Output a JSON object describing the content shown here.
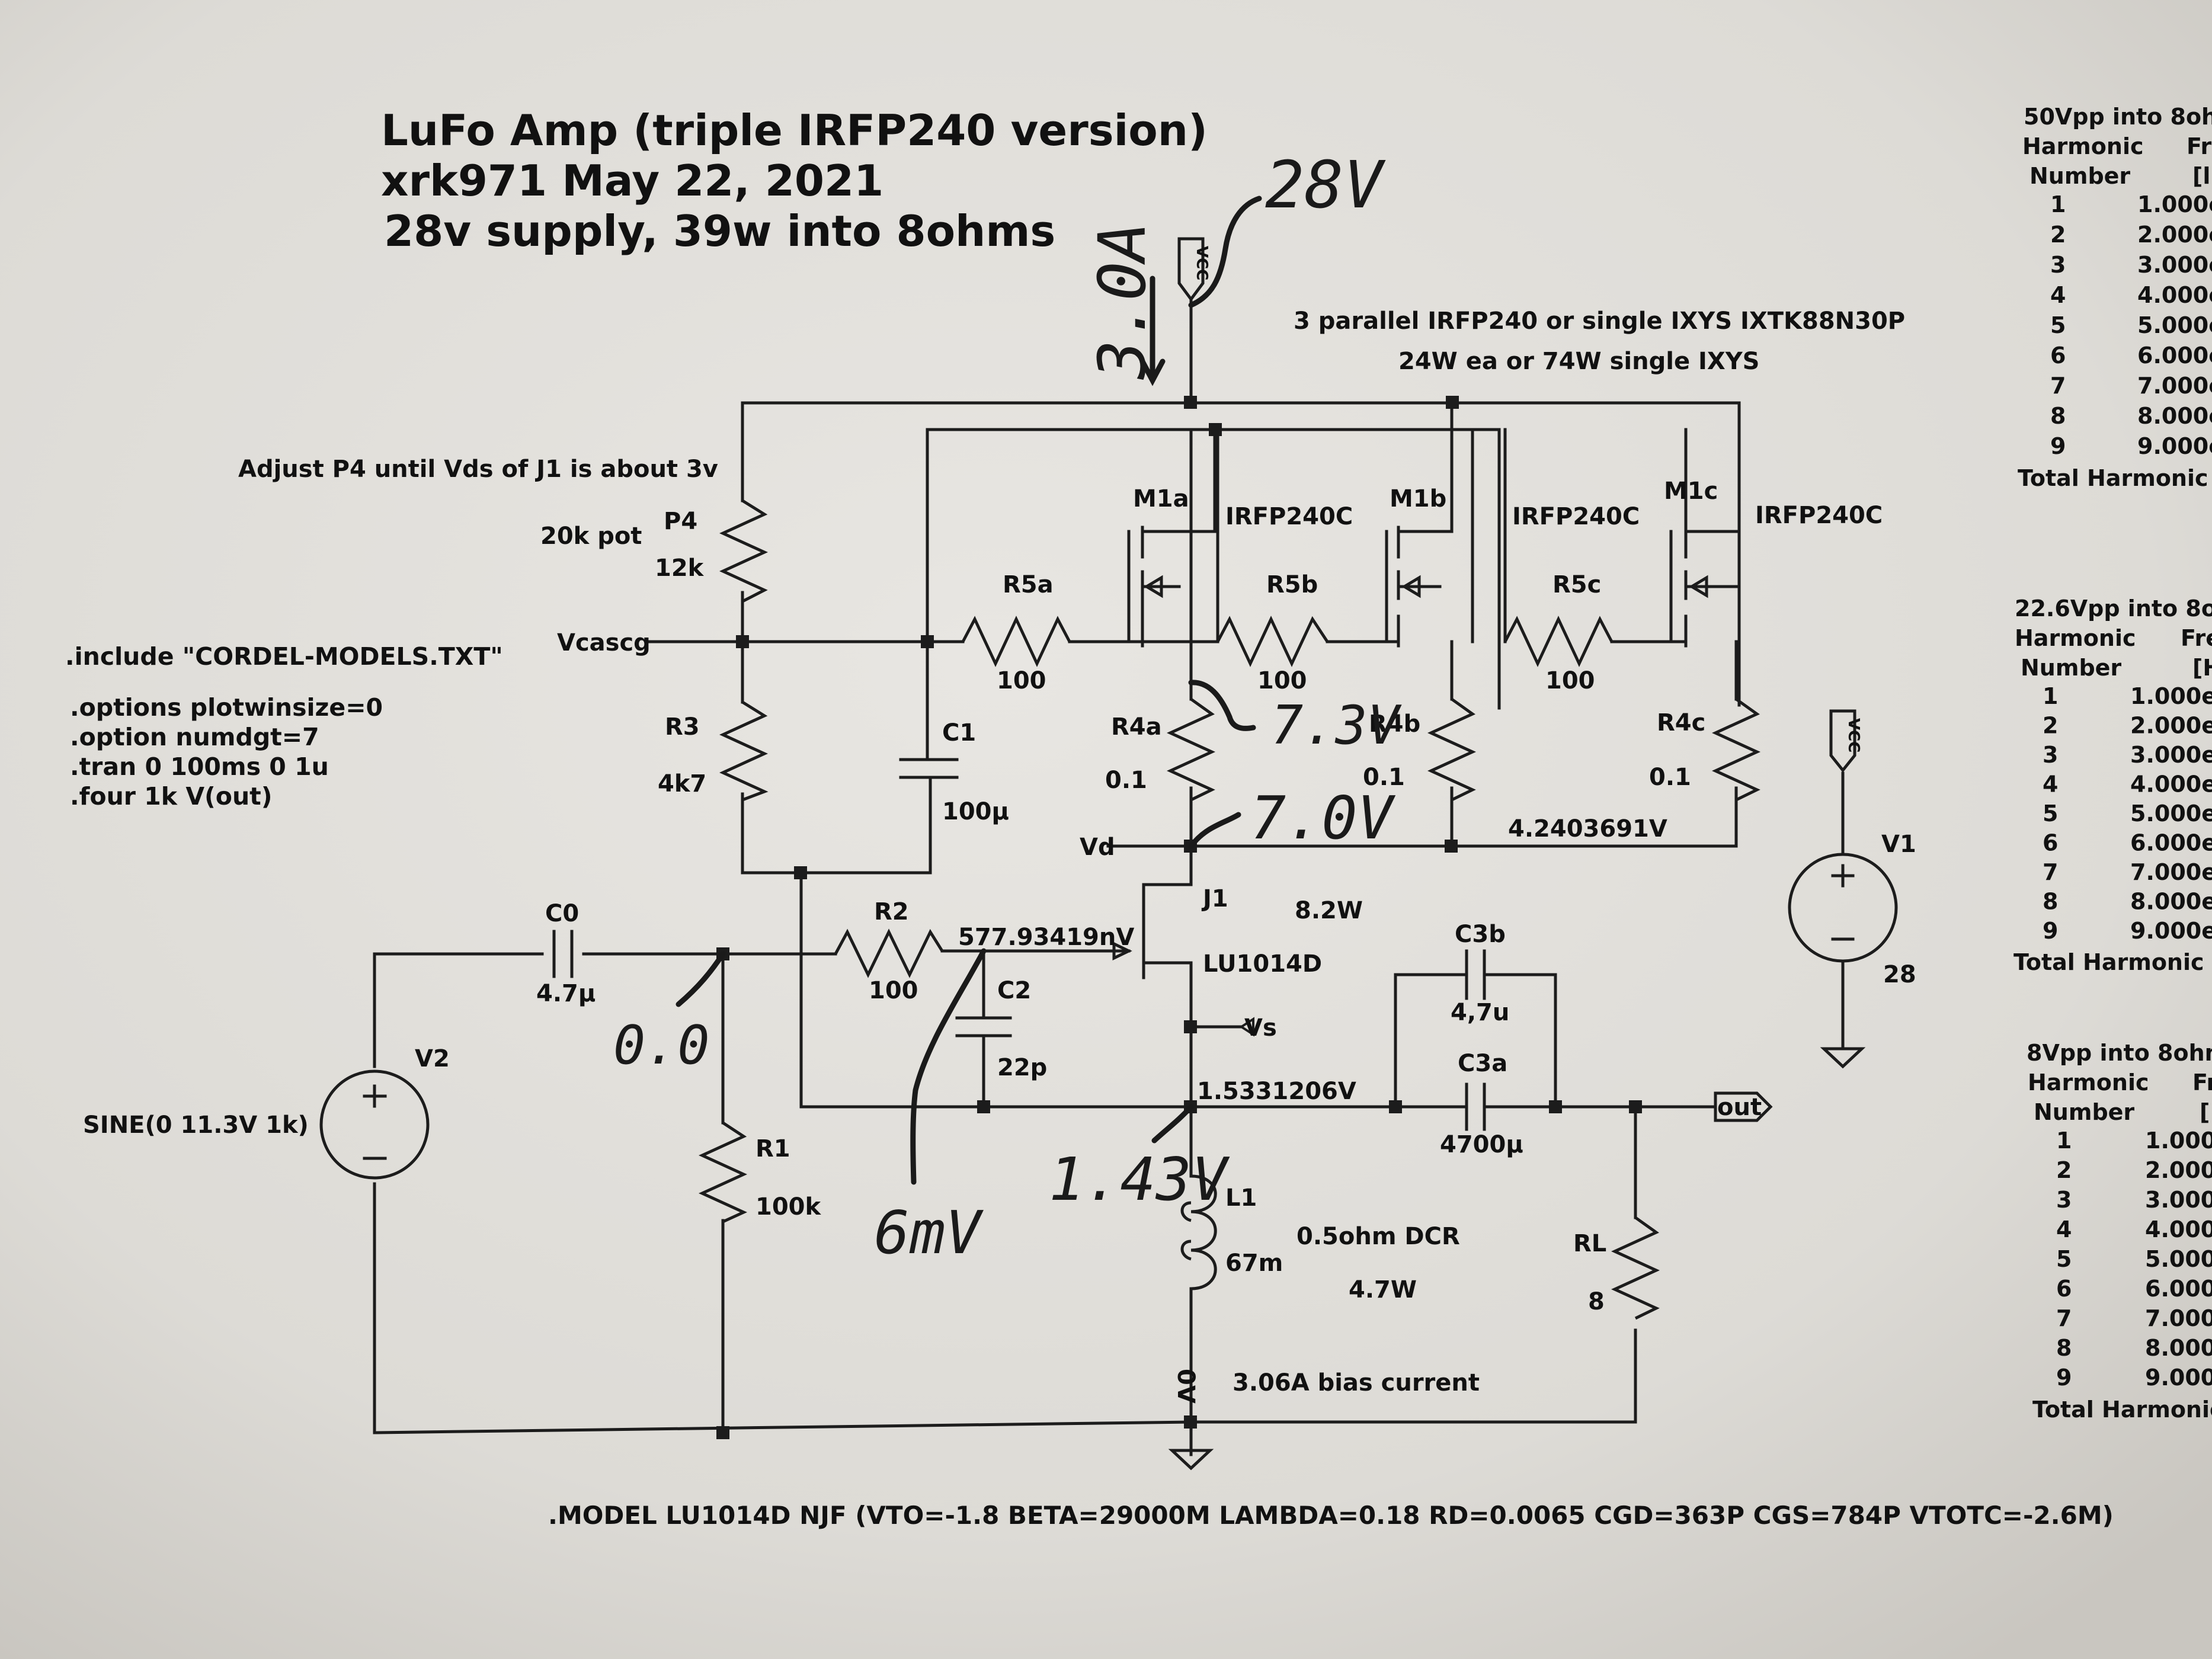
{
  "title": {
    "line1": "LuFo Amp (triple IRFP240 version)",
    "line2": "xrk971  May 22, 2021",
    "line3": "28v supply, 39w into 8ohms"
  },
  "notes": {
    "adjust": "Adjust P4 until Vds of J1 is about 3v",
    "parallel1": "3 parallel IRFP240 or single IXYS IXTK88N30P",
    "parallel2": "24W ea or 74W single IXYS",
    "bias": "3.06A bias current",
    "dcr": "0.5ohm DCR",
    "l1_power": "4.7W",
    "j1_power": "8.2W"
  },
  "directives": {
    "include": ".include \"CORDEL-MODELS.TXT\"",
    "options": ".options plotwinsize=0",
    "option": ".option numdgt=7",
    "tran": ".tran 0 100ms 0 1u",
    "four": ".four 1k V(out)",
    "model": ".MODEL LU1014D NJF (VTO=-1.8 BETA=29000M LAMBDA=0.18 RD=0.0065 CGD=363P CGS=784P VTOTC=-2.6M)"
  },
  "components": {
    "p4": "P4",
    "p4_desc": "20k pot",
    "p4_val": "12k",
    "r3": "R3",
    "r3_val": "4k7",
    "c1": "C1",
    "c1_val": "100µ",
    "r5a": "R5a",
    "r5b": "R5b",
    "r5c": "R5c",
    "r5_val": "100",
    "m1a": "M1a",
    "m1b": "M1b",
    "m1c": "M1c",
    "m_type": "IRFP240C",
    "r4a": "R4a",
    "r4b": "R4b",
    "r4c": "R4c",
    "r4_val": "0.1",
    "j1": "J1",
    "j1_type": "LU1014D",
    "c0": "C0",
    "c0_val": "4.7µ",
    "r2": "R2",
    "r2_val": "100",
    "c2": "C2",
    "c2_val": "22p",
    "r1": "R1",
    "r1_val": "100k",
    "v2": "V2",
    "v2_val": "SINE(0 11.3V 1k)",
    "c3b": "C3b",
    "c3b_val": "4,7u",
    "c3a": "C3a",
    "c3a_val": "4700µ",
    "l1": "L1",
    "l1_val": "67m",
    "rl": "RL",
    "rl_val": "8",
    "v1": "V1",
    "v1_val": "28"
  },
  "nets": {
    "vcc": "VCC",
    "vcascg": "Vcascg",
    "vd": "Vd",
    "vs": "Vs",
    "out": "out",
    "zero": "0V"
  },
  "voltages": {
    "gate_nv": "577.93419nV",
    "vd_net": "4.2403691V",
    "source_net": "1.5331206V"
  },
  "handwritten": {
    "supply": "28V",
    "current": "3.0A",
    "v73": "7.3V",
    "v70": "7.0V",
    "v00": "0.0",
    "v6mv": "6mV",
    "v143": "1.43V"
  },
  "fourier_tables": [
    {
      "title": "50Vpp into 8ohr",
      "col1": "Harmonic",
      "col1b": "Number",
      "col2": "Fr",
      "col2b": "[l",
      "rows": [
        {
          "n": "1",
          "v": "1.000e"
        },
        {
          "n": "2",
          "v": "2.000e"
        },
        {
          "n": "3",
          "v": "3.000e"
        },
        {
          "n": "4",
          "v": "4.000e"
        },
        {
          "n": "5",
          "v": "5.000e"
        },
        {
          "n": "6",
          "v": "6.000e"
        },
        {
          "n": "7",
          "v": "7.000e"
        },
        {
          "n": "8",
          "v": "8.000e"
        },
        {
          "n": "9",
          "v": "9.000e"
        }
      ],
      "total": "Total Harmonic D"
    },
    {
      "title": "22.6Vpp into 8oh",
      "col1": "Harmonic",
      "col1b": "Number",
      "col2": "Fre",
      "col2b": "[H",
      "rows": [
        {
          "n": "1",
          "v": "1.000e"
        },
        {
          "n": "2",
          "v": "2.000e"
        },
        {
          "n": "3",
          "v": "3.000e"
        },
        {
          "n": "4",
          "v": "4.000e"
        },
        {
          "n": "5",
          "v": "5.000e"
        },
        {
          "n": "6",
          "v": "6.000e"
        },
        {
          "n": "7",
          "v": "7.000e"
        },
        {
          "n": "8",
          "v": "8.000e"
        },
        {
          "n": "9",
          "v": "9.000e"
        }
      ],
      "total": "Total Harmonic D"
    },
    {
      "title": "8Vpp into 8ohm",
      "col1": "Harmonic",
      "col1b": "Number",
      "col2": "Fr",
      "col2b": "[",
      "rows": [
        {
          "n": "1",
          "v": "1.000"
        },
        {
          "n": "2",
          "v": "2.000"
        },
        {
          "n": "3",
          "v": "3.000"
        },
        {
          "n": "4",
          "v": "4.000"
        },
        {
          "n": "5",
          "v": "5.000"
        },
        {
          "n": "6",
          "v": "6.000"
        },
        {
          "n": "7",
          "v": "7.000"
        },
        {
          "n": "8",
          "v": "8.000"
        },
        {
          "n": "9",
          "v": "9.000"
        }
      ],
      "total": "Total Harmonic"
    }
  ]
}
